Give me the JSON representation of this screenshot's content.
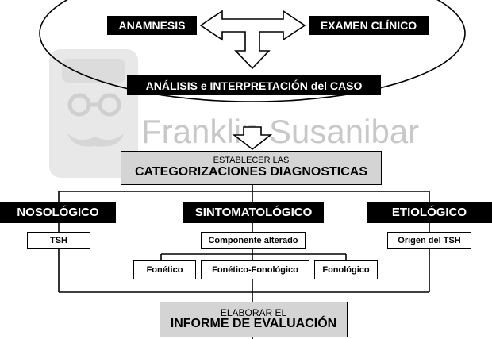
{
  "diagram": {
    "nodes": {
      "anamnesis": "ANAMNESIS",
      "examen_clinico": "EXAMEN CLÍNICO",
      "analisis": "ANÁLISIS e INTERPRETACIÓN del CASO",
      "categorizaciones_top": "ESTABLECER LAS",
      "categorizaciones_main": "CATEGORIZACIONES DIAGNOSTICAS",
      "nosologico": "NOSOLÓGICO",
      "sintomatologico": "SINTOMATOLÓGICO",
      "etiologico": "ETIOLÓGICO",
      "tsh": "TSH",
      "componente_alterado": "Componente alterado",
      "origen_tsh": "Origen del TSH",
      "fonetico": "Fonético",
      "fonetico_fonologico": "Fonético-Fonológico",
      "fonologico": "Fonológico",
      "informe_top": "ELABORAR EL",
      "informe_main": "INFORME DE EVALUACIÓN"
    },
    "watermark": "Franklin Susanibar"
  }
}
